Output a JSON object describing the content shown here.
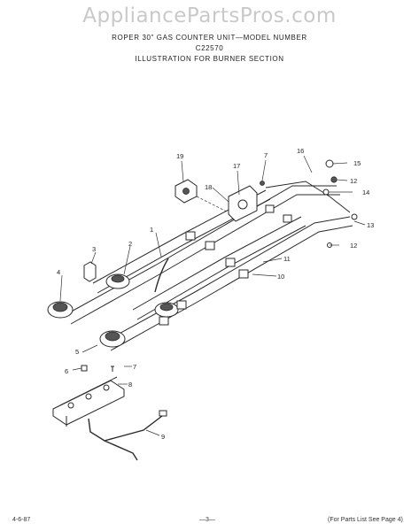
{
  "watermark": "AppliancePartsPros.com",
  "header": {
    "line1": "ROPER 30\" GAS COUNTER UNIT—MODEL NUMBER",
    "line2": "C22570",
    "line3": "ILLUSTRATION FOR BURNER SECTION"
  },
  "callouts": [
    "1",
    "2",
    "3",
    "4",
    "5",
    "6",
    "7",
    "8",
    "9",
    "10",
    "11",
    "12",
    "13",
    "14",
    "15",
    "16",
    "17",
    "18",
    "19",
    "7",
    "12"
  ],
  "footer": {
    "left": "4-6-87",
    "center": "—3—",
    "right": "(For Parts List See Page 4)"
  }
}
